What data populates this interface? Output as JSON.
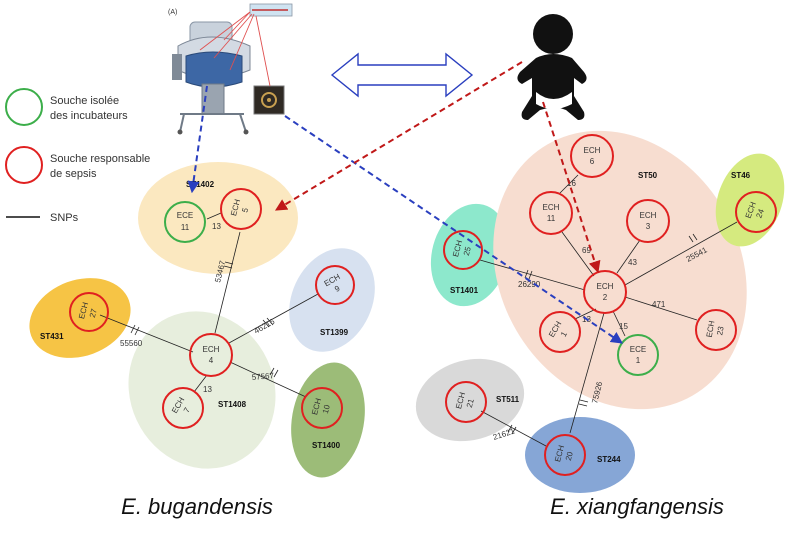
{
  "colors": {
    "incubator_outline": "#3cae4a",
    "sepsis_outline": "#e02020",
    "blue_arrow": "#2a3fbf",
    "red_arrow": "#c01818",
    "double_arrow": "#2a3fbf"
  },
  "figure_label": "(A)",
  "legend": {
    "incubator": [
      "Souche isolée",
      "des incubateurs"
    ],
    "sepsis": [
      "Souche responsable",
      "de sepsis"
    ],
    "snps": "SNPs"
  },
  "species": {
    "left": "E. bugandensis",
    "right": "E. xiangfangensis"
  },
  "sequence_types": {
    "st1402": "ST1402",
    "st431": "ST431",
    "st1399": "ST1399",
    "st1408": "ST1408",
    "st1400": "ST1400",
    "st1401": "ST1401",
    "st50": "ST50",
    "st46": "ST46",
    "st511": "ST511",
    "st244": "ST244"
  },
  "nodes": {
    "ece11": [
      "ECE",
      "11"
    ],
    "ech5": [
      "ECH",
      "5"
    ],
    "ech27": [
      "ECH",
      "27"
    ],
    "ech9": [
      "ECH",
      "9"
    ],
    "ech4": [
      "ECH",
      "4"
    ],
    "ech7": [
      "ECH",
      "7"
    ],
    "ech10": [
      "ECH",
      "10"
    ],
    "ech25": [
      "ECH",
      "25"
    ],
    "ech6": [
      "ECH",
      "6"
    ],
    "ech11": [
      "ECH",
      "11"
    ],
    "ech3": [
      "ECH",
      "3"
    ],
    "ech24": [
      "ECH",
      "24"
    ],
    "ech2": [
      "ECH",
      "2"
    ],
    "ech1": [
      "ECH",
      "1"
    ],
    "ece1": [
      "ECE",
      "1"
    ],
    "ech23": [
      "ECH",
      "23"
    ],
    "ech21": [
      "ECH",
      "21"
    ],
    "ech20": [
      "ECH",
      "20"
    ]
  },
  "snp_labels": {
    "ece11_ech5": "13",
    "ech5_ech4": "53467",
    "ech27_ech4": "55560",
    "ech9_ech4": "46216",
    "ech4_ech7": "13",
    "ech4_ech10": "57567",
    "ech6_ech11": "16",
    "ech11_ech2": "69",
    "ech3_ech2": "43",
    "ech24_ech2": "25541",
    "ech25_ech2": "26290",
    "ech2_ech23": "471",
    "ech1_ech2": "13",
    "ech2_ece1": "15",
    "ech2_ech20": "75926",
    "ech21_ech20": "21621"
  }
}
